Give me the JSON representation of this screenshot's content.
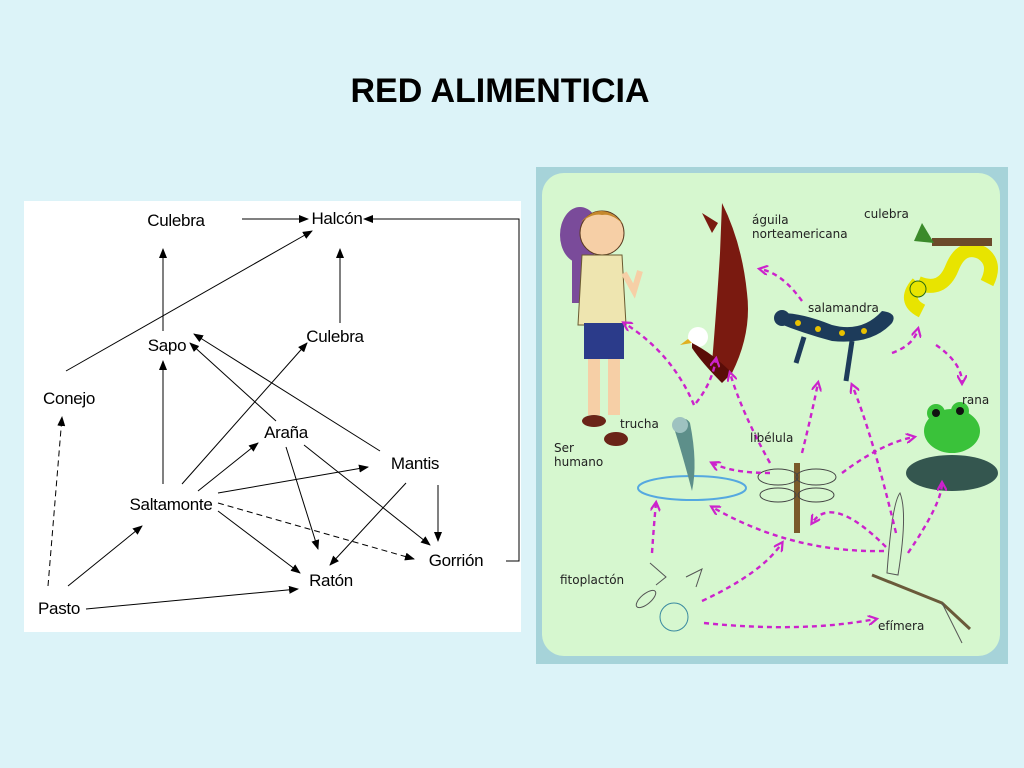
{
  "title": "RED ALIMENTICIA",
  "left_diagram": {
    "nodes": {
      "culebra_top": "Culebra",
      "halcon": "Halcón",
      "sapo": "Sapo",
      "culebra_mid": "Culebra",
      "conejo": "Conejo",
      "arana": "Araña",
      "mantis": "Mantis",
      "saltamonte": "Saltamonte",
      "gorrion": "Gorrión",
      "raton": "Ratón",
      "pasto": "Pasto"
    }
  },
  "right_diagram": {
    "labels": {
      "aguila": "águila\nnorteamericana",
      "culebra": "culebra",
      "salamandra": "salamandra",
      "trucha": "trucha",
      "libelula": "libélula",
      "rana": "rana",
      "ser_humano": "Ser\nhumano",
      "fitoplacton": "fitoplactón",
      "efimera": "efímera"
    },
    "colors": {
      "arrow": "#cc22cc",
      "background": "#d6f7cf",
      "frame": "#a6d3d9"
    }
  }
}
